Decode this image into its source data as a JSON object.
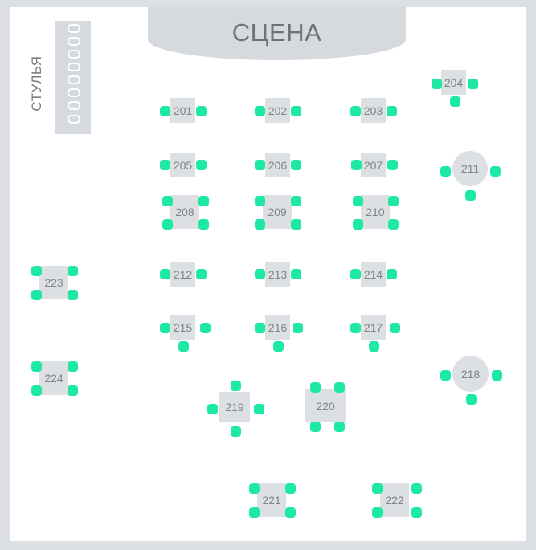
{
  "stage": {
    "label": "СЦЕНА"
  },
  "chairs_area": {
    "label": "СТУЛЬЯ"
  },
  "colors": {
    "seat": "#1de9a5",
    "table": "#dcdfe3",
    "stage": "#d6d9dd",
    "background": "#dcdfe3"
  },
  "tables": [
    {
      "number": "201"
    },
    {
      "number": "202"
    },
    {
      "number": "203"
    },
    {
      "number": "204"
    },
    {
      "number": "205"
    },
    {
      "number": "206"
    },
    {
      "number": "207"
    },
    {
      "number": "208"
    },
    {
      "number": "209"
    },
    {
      "number": "210"
    },
    {
      "number": "211"
    },
    {
      "number": "212"
    },
    {
      "number": "213"
    },
    {
      "number": "214"
    },
    {
      "number": "215"
    },
    {
      "number": "216"
    },
    {
      "number": "217"
    },
    {
      "number": "218"
    },
    {
      "number": "219"
    },
    {
      "number": "220"
    },
    {
      "number": "221"
    },
    {
      "number": "222"
    },
    {
      "number": "223"
    },
    {
      "number": "224"
    }
  ]
}
